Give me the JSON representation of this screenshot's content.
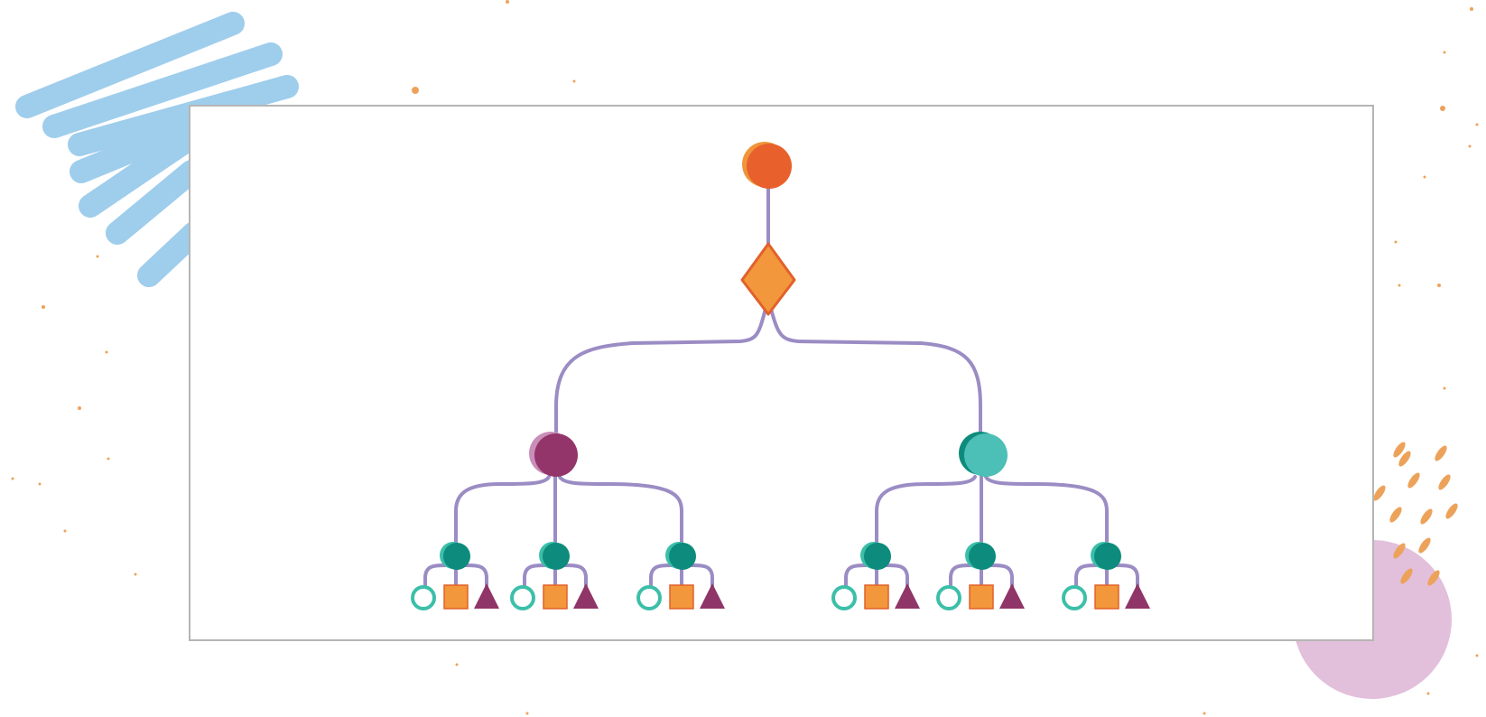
{
  "diagram": {
    "type": "hierarchy-tree",
    "colors": {
      "background": "#ffffff",
      "frame_border": "#b5b5b5",
      "connector": "#9b8cc4",
      "root_circle": "#e8612c",
      "root_circle_shadow": "#f0953a",
      "diamond": "#f2973b",
      "diamond_edge": "#e2602b",
      "left_hub": "#93356a",
      "left_hub_shadow": "#c98fb8",
      "right_hub": "#4cbfb6",
      "right_hub_shadow": "#0d8b7c",
      "leaf_hub": "#0d8b7c",
      "leaf_hub_shadow": "#3cbfa9",
      "ring": "#3cbfa9",
      "square": "#f2973b",
      "square_edge": "#e2602b",
      "triangle": "#8f3568",
      "brush_blue": "#9fcdec",
      "blob_pink": "#e2bfdb",
      "dash_orange": "#eda25a",
      "speck_orange": "#eda25a"
    },
    "root": {
      "icon": "circle",
      "child": {
        "icon": "diamond",
        "branches": [
          {
            "side": "left",
            "icon": "circle",
            "groups": [
              {
                "icon": "circle",
                "leaves": [
                  "ring",
                  "square",
                  "triangle"
                ]
              },
              {
                "icon": "circle",
                "leaves": [
                  "ring",
                  "square",
                  "triangle"
                ]
              },
              {
                "icon": "circle",
                "leaves": [
                  "ring",
                  "square",
                  "triangle"
                ]
              }
            ]
          },
          {
            "side": "right",
            "icon": "circle",
            "groups": [
              {
                "icon": "circle",
                "leaves": [
                  "ring",
                  "square",
                  "triangle"
                ]
              },
              {
                "icon": "circle",
                "leaves": [
                  "ring",
                  "square",
                  "triangle"
                ]
              },
              {
                "icon": "circle",
                "leaves": [
                  "ring",
                  "square",
                  "triangle"
                ]
              }
            ]
          }
        ]
      }
    },
    "decorations": [
      "blue-brush-stroke",
      "orange-dash-pattern",
      "pink-circle-blob",
      "orange-specks"
    ]
  }
}
